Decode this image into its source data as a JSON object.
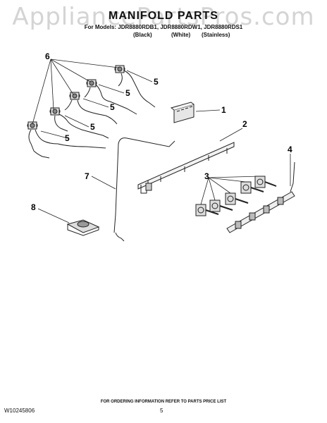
{
  "watermark": "AppliancePartsPros.com",
  "header": {
    "title": "MANIFOLD PARTS",
    "models": "For Models: JDR8880RDB1, JDR8880RDW1, JDR8880RDS1",
    "variants": [
      "(Black)",
      "(White)",
      "(Stainless)"
    ]
  },
  "callouts": [
    "1",
    "2",
    "3",
    "4",
    "5",
    "6",
    "7",
    "8"
  ],
  "footer": {
    "doc_number": "W10245806",
    "ordering_note": "FOR ORDERING INFORMATION REFER TO PARTS PRICE LIST",
    "page": "5"
  }
}
